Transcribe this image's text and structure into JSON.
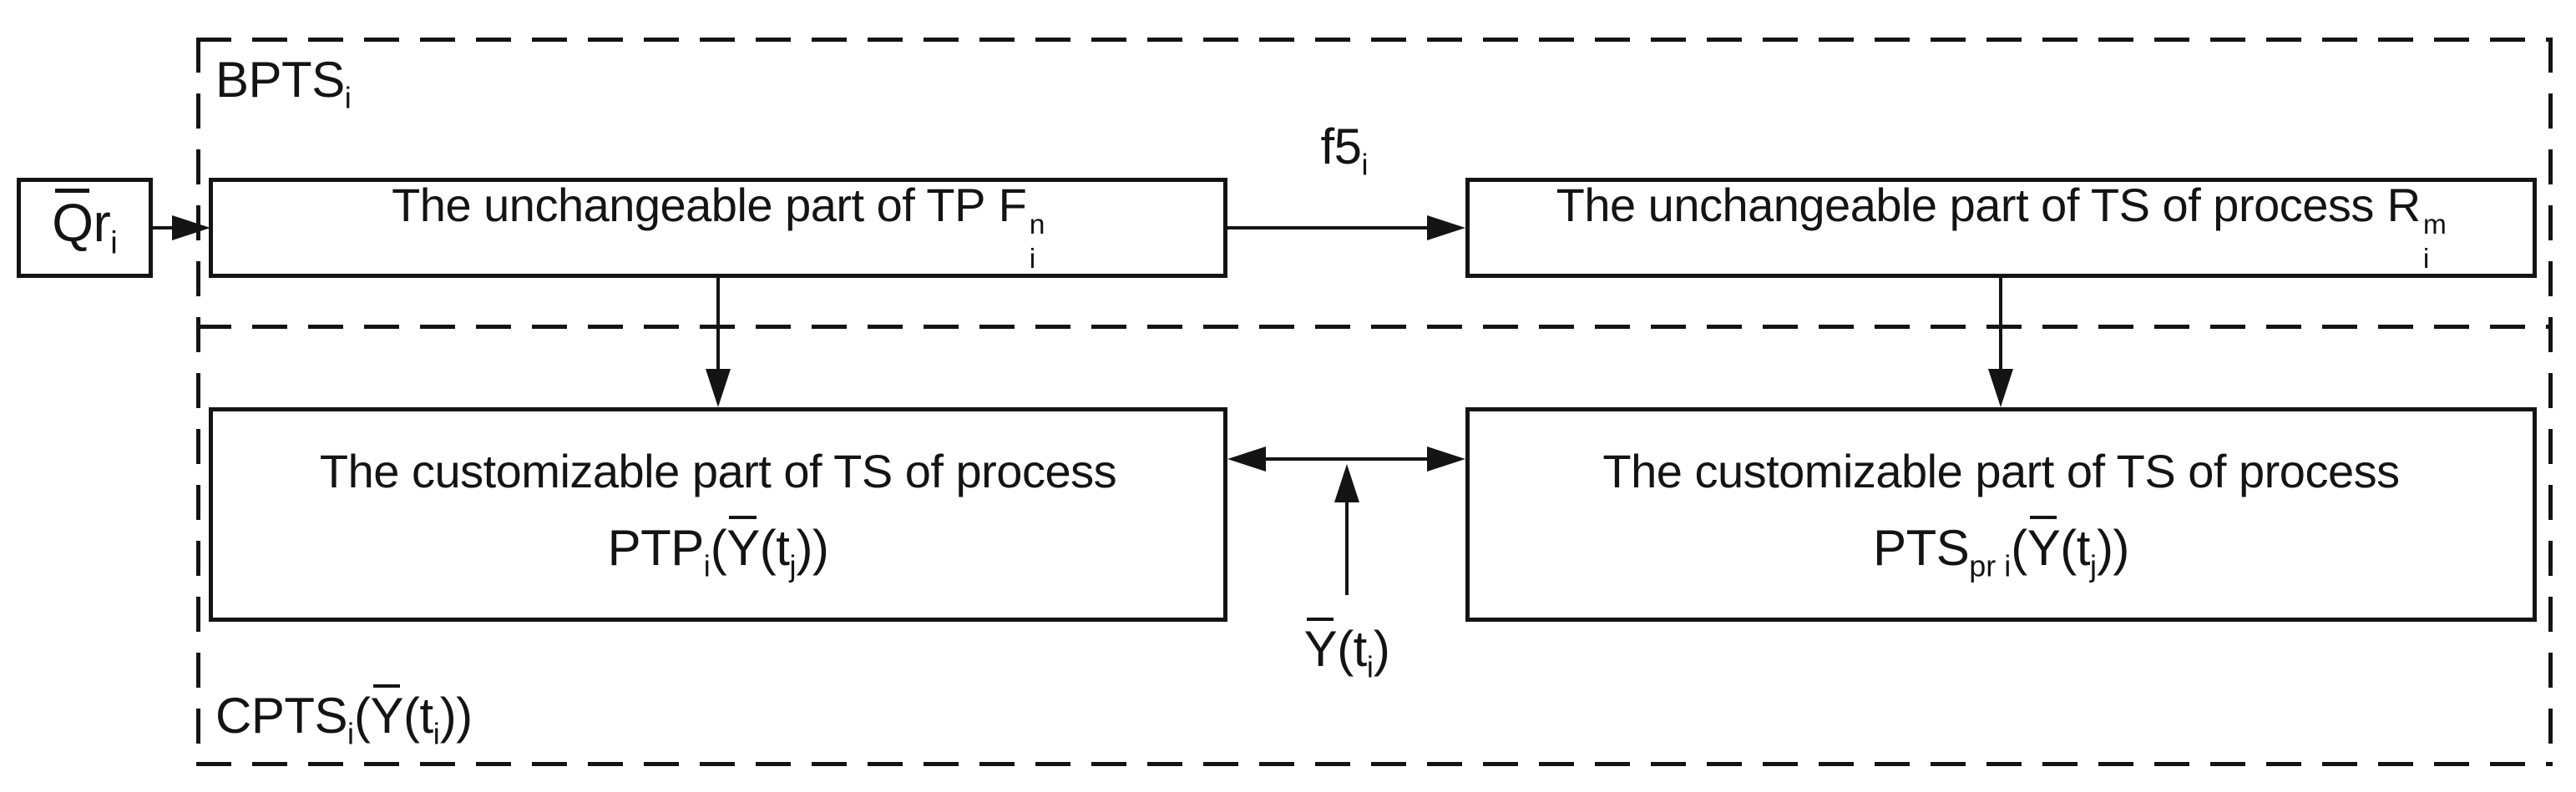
{
  "diagram": {
    "colors": {
      "line": "#141414",
      "background": "#ffffff"
    },
    "regions": {
      "bpts": {
        "name": "BPTS",
        "sub": "i"
      },
      "cpts": {
        "name": "CPTS",
        "sub": "i",
        "open_paren": "(",
        "y": "Y",
        "t_open": "(t",
        "t_sub": "i",
        "close_paren": "))"
      }
    },
    "nodes": {
      "input": {
        "q": "Q",
        "r": "r",
        "sub": "i"
      },
      "unchangeable_tp": {
        "text": "The unchangeable part of TP",
        "symbol": "F",
        "sup": "n",
        "sub": "i"
      },
      "unchangeable_ts": {
        "text": "The unchangeable part of TS of process",
        "symbol": "R",
        "sup": "m",
        "sub": "i"
      },
      "customizable_tp": {
        "text": "The customizable part of TS of process",
        "symbol": "PTP",
        "symbol_sub": "i",
        "open_paren": "(",
        "y": "Y",
        "t_open": "(t",
        "t_sub": "j",
        "close_paren": "))"
      },
      "customizable_ts": {
        "text": "The customizable part of TS of process",
        "symbol": "PTS",
        "symbol_sub": "pr i",
        "open_paren": "(",
        "y": "Y",
        "t_open": "(t",
        "t_sub": "j",
        "close_paren": "))"
      }
    },
    "edges": {
      "f5": {
        "label": "f5",
        "sub": "i"
      },
      "y_input": {
        "y": "Y",
        "t_open": "(t",
        "t_sub": "i",
        "close_paren": ")"
      }
    }
  }
}
